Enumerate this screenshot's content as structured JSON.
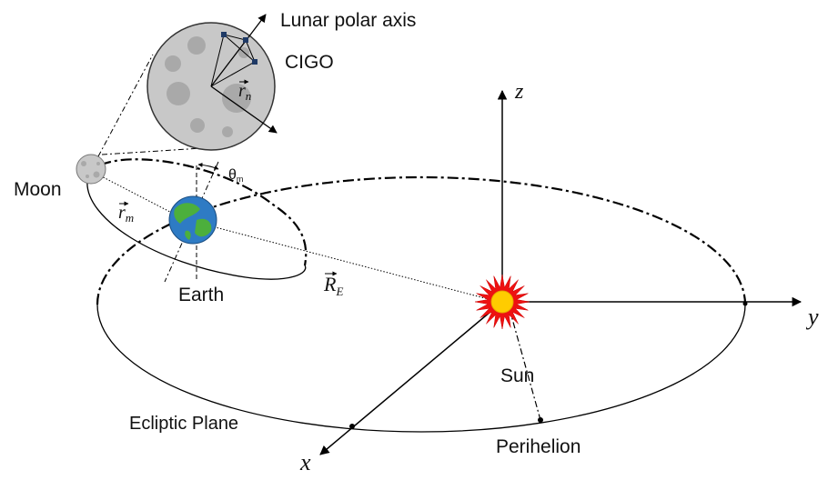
{
  "labels": {
    "lunar_polar_axis": "Lunar polar axis",
    "cigo": "CIGO",
    "moon": "Moon",
    "earth": "Earth",
    "sun": "Sun",
    "perihelion": "Perihelion",
    "ecliptic_plane": "Ecliptic Plane",
    "theta_m": "θ",
    "theta_m_sub": "m",
    "axis_z": "z",
    "axis_y": "y",
    "axis_x": "x",
    "r_n": "r",
    "r_n_sub": "n",
    "r_m": "r",
    "r_m_sub": "m",
    "R_E": "R",
    "R_E_sub": "E"
  },
  "colors": {
    "sun_rays": "#ee1111",
    "sun_core": "#ffcc00",
    "moon_fill": "#c8c8c8",
    "moon_crater": "#a9a9a9",
    "earth_ocean": "#2e7bc4",
    "earth_land": "#4caf3c",
    "cigo_marker": "#1f3a66",
    "line": "#000000"
  }
}
